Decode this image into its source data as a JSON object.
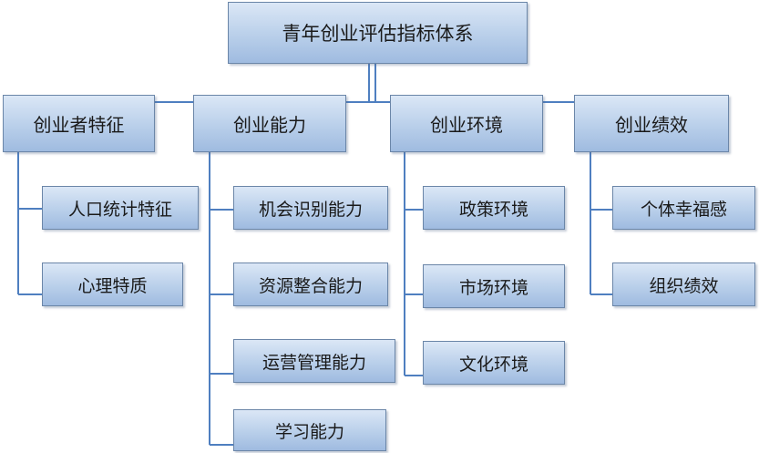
{
  "root": {
    "label": "青年创业评估指标体系"
  },
  "categories": [
    {
      "label": "创业者特征",
      "children": [
        "人口统计特征",
        "心理特质"
      ]
    },
    {
      "label": "创业能力",
      "children": [
        "机会识别能力",
        "资源整合能力",
        "运营管理能力",
        "学习能力"
      ]
    },
    {
      "label": "创业环境",
      "children": [
        "政策环境",
        "市场环境",
        "文化环境"
      ]
    },
    {
      "label": "创业绩效",
      "children": [
        "个体幸福感",
        "组织绩效"
      ]
    }
  ],
  "colors": {
    "box_border": "#6b86a8",
    "connector": "#4f7fc0"
  }
}
